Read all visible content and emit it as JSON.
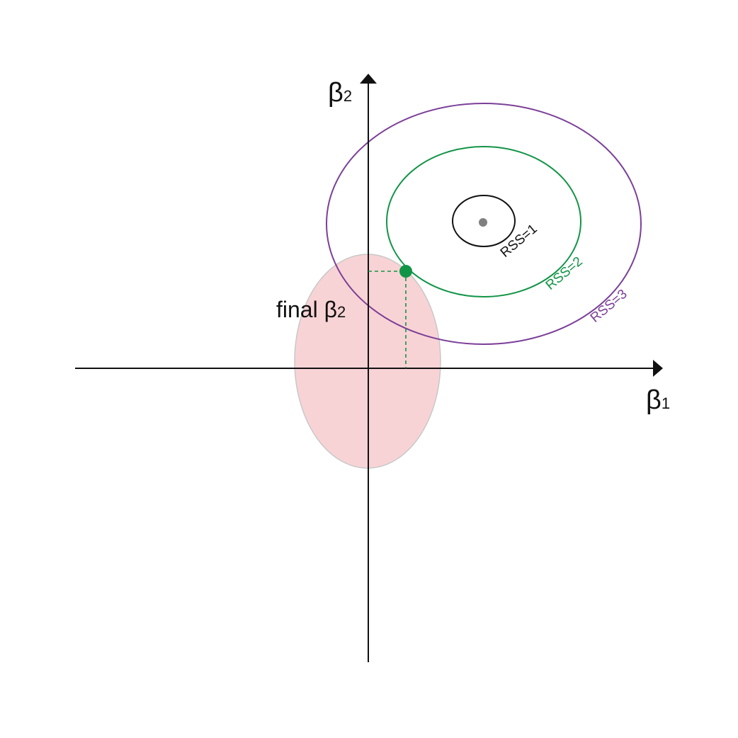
{
  "axes": {
    "x": {
      "symbol": "β",
      "subscript": "1"
    },
    "y": {
      "symbol": "β",
      "subscript": "2"
    }
  },
  "contours": [
    {
      "label": "RSS=1",
      "color": "#111111"
    },
    {
      "label": "RSS=2",
      "color": "#129447"
    },
    {
      "label": "RSS=3",
      "color": "#7b3f98"
    }
  ],
  "constraint_region": {
    "fill": "#f8d3d5",
    "stroke": "#c8c8c8"
  },
  "optimum_point_color": "#808080",
  "solution_point_color": "#129447",
  "annotation": {
    "text": "final β",
    "subscript": "2"
  }
}
